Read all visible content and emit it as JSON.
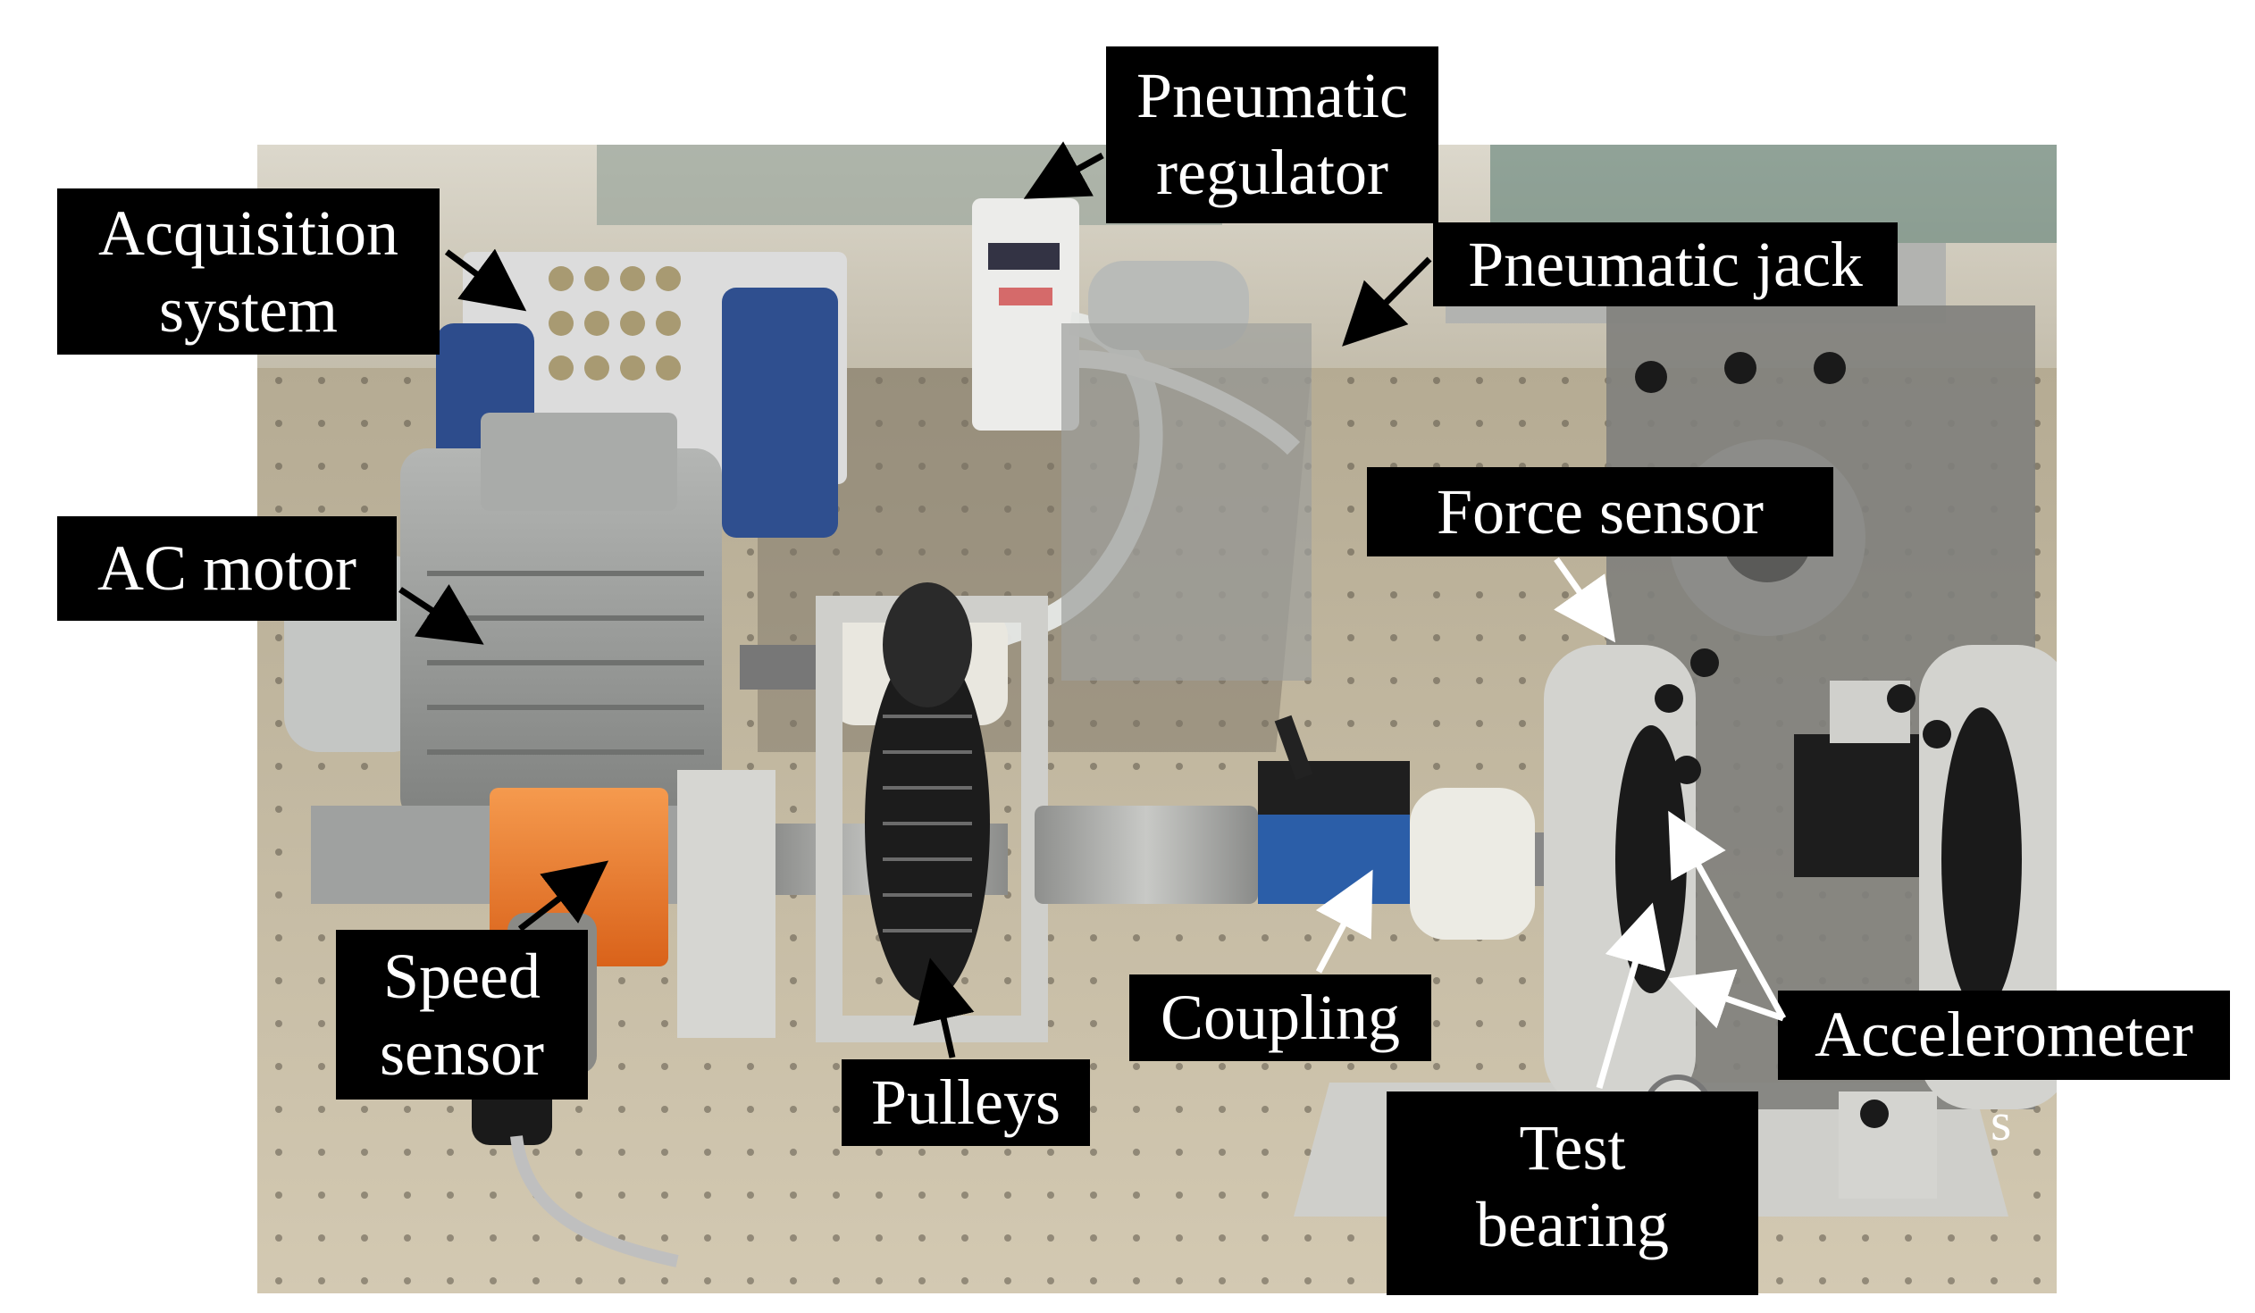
{
  "figure": {
    "labels": {
      "acquisition_system": [
        "Acquisition",
        "system"
      ],
      "pneumatic_regulator": [
        "Pneumatic",
        "regulator"
      ],
      "pneumatic_jack": [
        "Pneumatic jack"
      ],
      "ac_motor": [
        "AC motor"
      ],
      "force_sensor": [
        "Force sensor"
      ],
      "speed_sensor": [
        "Speed",
        "sensor"
      ],
      "pulleys": [
        "Pulleys"
      ],
      "coupling": [
        "Coupling"
      ],
      "accelerometers": [
        "Accelerometer"
      ],
      "accelerometers_tail": "s",
      "test_bearing": [
        "Test",
        "bearing"
      ]
    },
    "colors": {
      "label_bg": "#000000",
      "label_text": "#ffffff",
      "table": "#c9bfa8",
      "wall": "#d8d2c4",
      "metal": "#a9aaa8",
      "motor": "#9c9e9c",
      "encoder": "#f07a2a",
      "blue_part": "#2f4f8f"
    }
  }
}
